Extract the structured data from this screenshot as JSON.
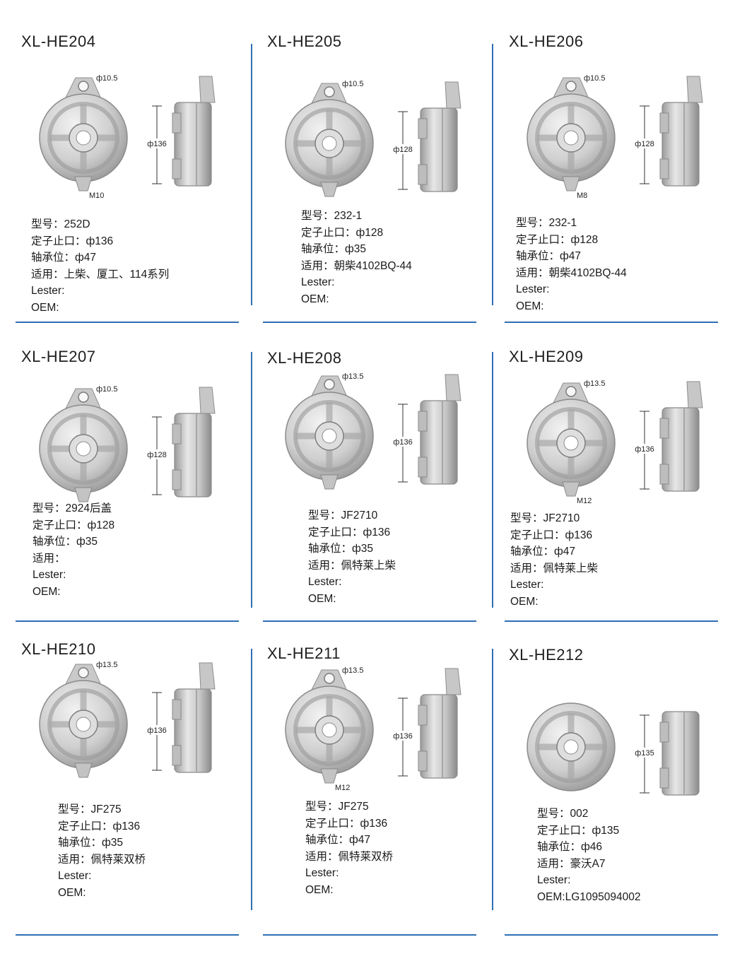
{
  "colors": {
    "divider": "#2e6fb3",
    "metal_light": "#e4e4e4",
    "metal_dark": "#8c8c8c"
  },
  "products": [
    {
      "code": "XL-HE204",
      "hole": "ф10.5",
      "dia": "ф136",
      "thread": "M10",
      "specs": [
        "型号：252D",
        "定子止口：ф136",
        "轴承位：ф47",
        "适用：上柴、厦工、114系列",
        "Lester:",
        "OEM:"
      ]
    },
    {
      "code": "XL-HE205",
      "hole": "ф10.5",
      "dia": "ф128",
      "thread": "",
      "specs": [
        "型号：232-1",
        "定子止口：ф128",
        "轴承位：ф35",
        "适用：朝柴4102BQ-44",
        "Lester:",
        "OEM:"
      ]
    },
    {
      "code": "XL-HE206",
      "hole": "ф10.5",
      "dia": "ф128",
      "thread": "M8",
      "specs": [
        "型号：232-1",
        "定子止口：ф128",
        "轴承位：ф47",
        "适用：朝柴4102BQ-44",
        "Lester:",
        "OEM:"
      ]
    },
    {
      "code": "XL-HE207",
      "hole": "ф10.5",
      "dia": "ф128",
      "thread": "",
      "specs": [
        "型号：2924后盖",
        "定子止口：ф128",
        "轴承位：ф35",
        "适用：",
        "Lester:",
        "OEM:"
      ]
    },
    {
      "code": "XL-HE208",
      "hole": "ф13.5",
      "dia": "ф136",
      "thread": "",
      "specs": [
        "型号：JF2710",
        "定子止口：ф136",
        "轴承位：ф35",
        "适用：佩特莱上柴",
        "Lester:",
        "OEM:"
      ]
    },
    {
      "code": "XL-HE209",
      "hole": "ф13.5",
      "dia": "ф136",
      "thread": "M12",
      "specs": [
        "型号：JF2710",
        "定子止口：ф136",
        "轴承位：ф47",
        "适用：佩特莱上柴",
        "Lester:",
        "OEM:"
      ]
    },
    {
      "code": "XL-HE210",
      "hole": "ф13.5",
      "dia": "ф136",
      "thread": "",
      "specs": [
        "型号：JF275",
        "定子止口：ф136",
        "轴承位：ф35",
        "适用：佩特莱双桥",
        "Lester:",
        "OEM:"
      ]
    },
    {
      "code": "XL-HE211",
      "hole": "ф13.5",
      "dia": "ф136",
      "thread": "M12",
      "specs": [
        "型号：JF275",
        "定子止口：ф136",
        "轴承位：ф47",
        "适用：佩特莱双桥",
        "Lester:",
        "OEM:"
      ]
    },
    {
      "code": "XL-HE212",
      "hole": "",
      "dia": "ф135",
      "thread": "",
      "specs": [
        "型号：002",
        "定子止口：ф135",
        "轴承位：ф46",
        "适用：豪沃A7",
        "Lester:",
        "OEM:LG1095094002"
      ]
    }
  ]
}
